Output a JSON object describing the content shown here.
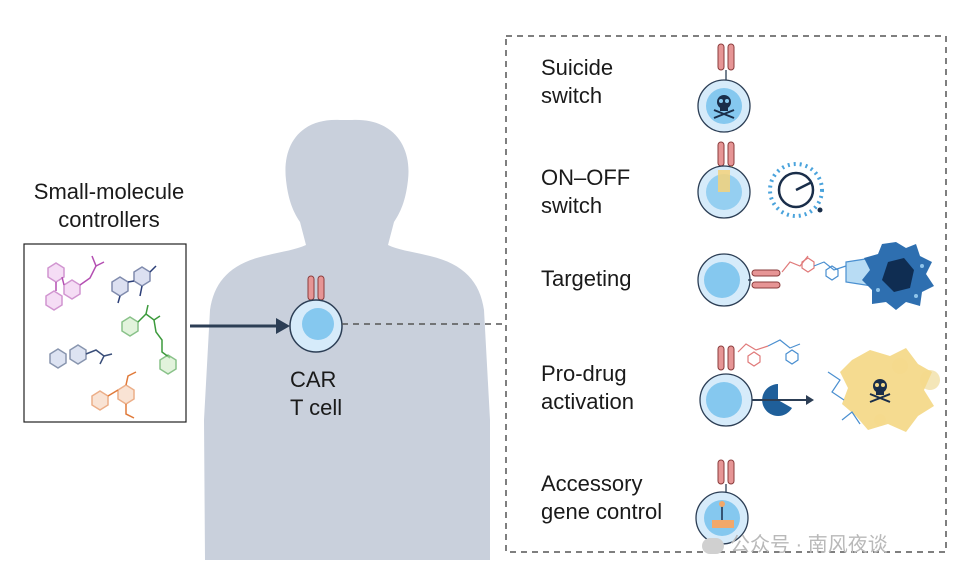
{
  "left_panel": {
    "title_line1": "Small-molecule",
    "title_line2": "controllers"
  },
  "center": {
    "cell_label_line1": "CAR",
    "cell_label_line2": "T cell"
  },
  "right_panel": {
    "rows": [
      {
        "line1": "Suicide",
        "line2": "switch"
      },
      {
        "line1": "ON–OFF",
        "line2": "switch"
      },
      {
        "line1": "Targeting",
        "line2": ""
      },
      {
        "line1": "Pro-drug",
        "line2": "activation"
      },
      {
        "line1": "Accessory",
        "line2": "gene control"
      }
    ]
  },
  "watermark": {
    "text": "公众号 · 南风夜谈"
  },
  "colors": {
    "silhouette": "#c9d0dc",
    "cell_outer": "#d6ebfa",
    "cell_inner": "#85c8ef",
    "cell_stroke": "#2c3e55",
    "receptor": "#e69595",
    "arrow": "#2c3e55",
    "tumor": "#2e6fb0",
    "tumor_dark": "#0f2d52",
    "prodrug_cloud": "#f4d98a",
    "enzyme": "#1f5f9a"
  },
  "icons": [
    "skull-icon",
    "dial-icon",
    "tumor-cell-icon",
    "enzyme-icon",
    "gene-cassette-icon"
  ]
}
